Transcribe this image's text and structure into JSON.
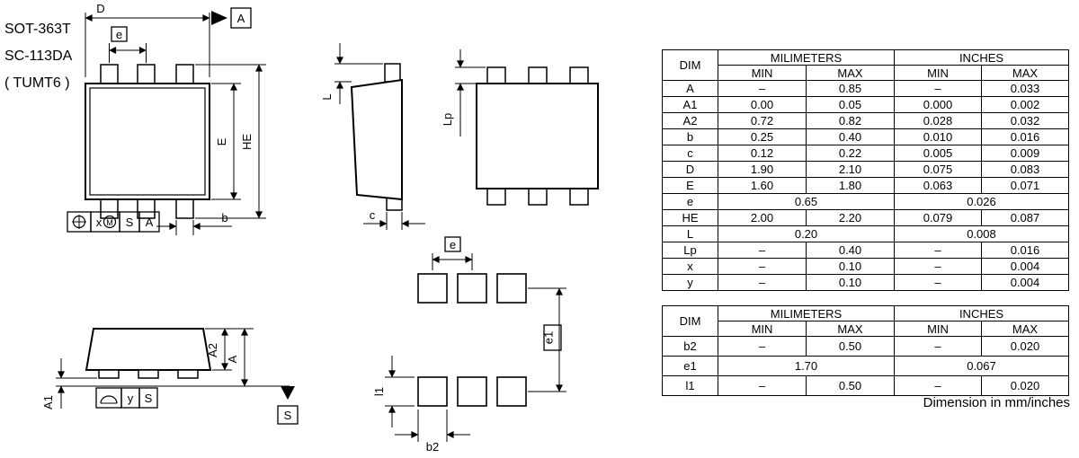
{
  "titles": {
    "line1": "SOT-363T",
    "line2": "SC-113DA",
    "line3": "( TUMT6 )"
  },
  "footer": {
    "note": "Dimension in mm/inches"
  },
  "drawing": {
    "top_view": {
      "dim_d": "D",
      "datum_a": "A",
      "pitch_e": "e",
      "dim_E": "E",
      "dim_HE": "HE",
      "dim_b": "b",
      "fcf": {
        "x": "x",
        "m": "M",
        "s": "S",
        "a": "A"
      }
    },
    "side_view": {
      "dim_L": "L",
      "dim_c": "c"
    },
    "end_view": {
      "dim_Lp": "Lp"
    },
    "front_view": {
      "dim_A2": "A2",
      "dim_A": "A",
      "dim_A1": "A1",
      "fcf": {
        "y": "y",
        "s": "S"
      },
      "datum_s": "S"
    },
    "land_pattern": {
      "pitch_e": "e",
      "dim_e1": "e1",
      "dim_l1": "l1",
      "dim_b2": "b2"
    }
  },
  "table1": {
    "headers": {
      "dim": "DIM",
      "mm": "MILIMETERS",
      "inches": "INCHES",
      "min": "MIN",
      "max": "MAX"
    },
    "rows": [
      {
        "dim": "A",
        "mm_min": "–",
        "mm_max": "0.85",
        "in_min": "–",
        "in_max": "0.033"
      },
      {
        "dim": "A1",
        "mm_min": "0.00",
        "mm_max": "0.05",
        "in_min": "0.000",
        "in_max": "0.002"
      },
      {
        "dim": "A2",
        "mm_min": "0.72",
        "mm_max": "0.82",
        "in_min": "0.028",
        "in_max": "0.032"
      },
      {
        "dim": "b",
        "mm_min": "0.25",
        "mm_max": "0.40",
        "in_min": "0.010",
        "in_max": "0.016"
      },
      {
        "dim": "c",
        "mm_min": "0.12",
        "mm_max": "0.22",
        "in_min": "0.005",
        "in_max": "0.009"
      },
      {
        "dim": "D",
        "mm_min": "1.90",
        "mm_max": "2.10",
        "in_min": "0.075",
        "in_max": "0.083"
      },
      {
        "dim": "E",
        "mm_min": "1.60",
        "mm_max": "1.80",
        "in_min": "0.063",
        "in_max": "0.071"
      },
      {
        "dim": "e",
        "span": true,
        "mm": "0.65",
        "in": "0.026"
      },
      {
        "dim": "HE",
        "mm_min": "2.00",
        "mm_max": "2.20",
        "in_min": "0.079",
        "in_max": "0.087"
      },
      {
        "dim": "L",
        "span": true,
        "mm": "0.20",
        "in": "0.008"
      },
      {
        "dim": "Lp",
        "mm_min": "–",
        "mm_max": "0.40",
        "in_min": "–",
        "in_max": "0.016"
      },
      {
        "dim": "x",
        "mm_min": "–",
        "mm_max": "0.10",
        "in_min": "–",
        "in_max": "0.004"
      },
      {
        "dim": "y",
        "mm_min": "–",
        "mm_max": "0.10",
        "in_min": "–",
        "in_max": "0.004"
      }
    ]
  },
  "table2": {
    "headers": {
      "dim": "DIM",
      "mm": "MILIMETERS",
      "inches": "INCHES",
      "min": "MIN",
      "max": "MAX"
    },
    "rows": [
      {
        "dim": "b2",
        "mm_min": "–",
        "mm_max": "0.50",
        "in_min": "–",
        "in_max": "0.020"
      },
      {
        "dim": "e1",
        "span": true,
        "mm": "1.70",
        "in": "0.067"
      },
      {
        "dim": "l1",
        "mm_min": "–",
        "mm_max": "0.50",
        "in_min": "–",
        "in_max": "0.020"
      }
    ]
  }
}
